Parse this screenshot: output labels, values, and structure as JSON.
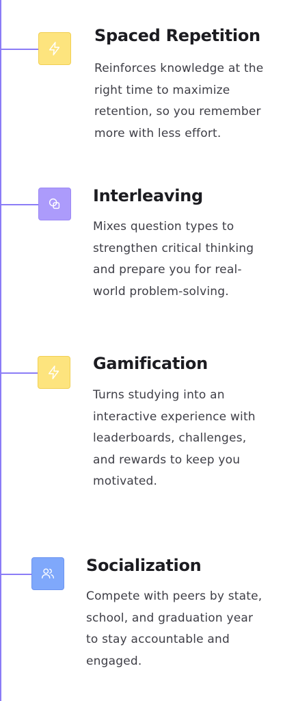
{
  "features": [
    {
      "title": "Spaced Repetition",
      "description_lines": [
        "Reinforces knowledge at the",
        "right time to maximize",
        "retention, so you remember",
        "more with less effort."
      ],
      "icon": "lightning-bolt-icon",
      "icon_color": "#fde47e"
    },
    {
      "title": "Interleaving",
      "description_lines": [
        "Mixes question types to",
        "strengthen critical thinking",
        "and prepare you for real-",
        "world problem-solving."
      ],
      "icon": "overlapping-shapes-icon",
      "icon_color": "#ac9bfb"
    },
    {
      "title": "Gamification",
      "description_lines": [
        "Turns studying into an",
        "interactive experience with",
        "leaderboards, challenges,",
        "and rewards to keep you",
        "motivated."
      ],
      "icon": "lightning-bolt-icon",
      "icon_color": "#fde47e"
    },
    {
      "title": "Socialization",
      "description_lines": [
        "Compete with peers by state,",
        "school, and graduation year",
        "to stay accountable and",
        "engaged."
      ],
      "icon": "users-icon",
      "icon_color": "#7fa8fb"
    }
  ],
  "timeline_color": "#8b7cf6"
}
